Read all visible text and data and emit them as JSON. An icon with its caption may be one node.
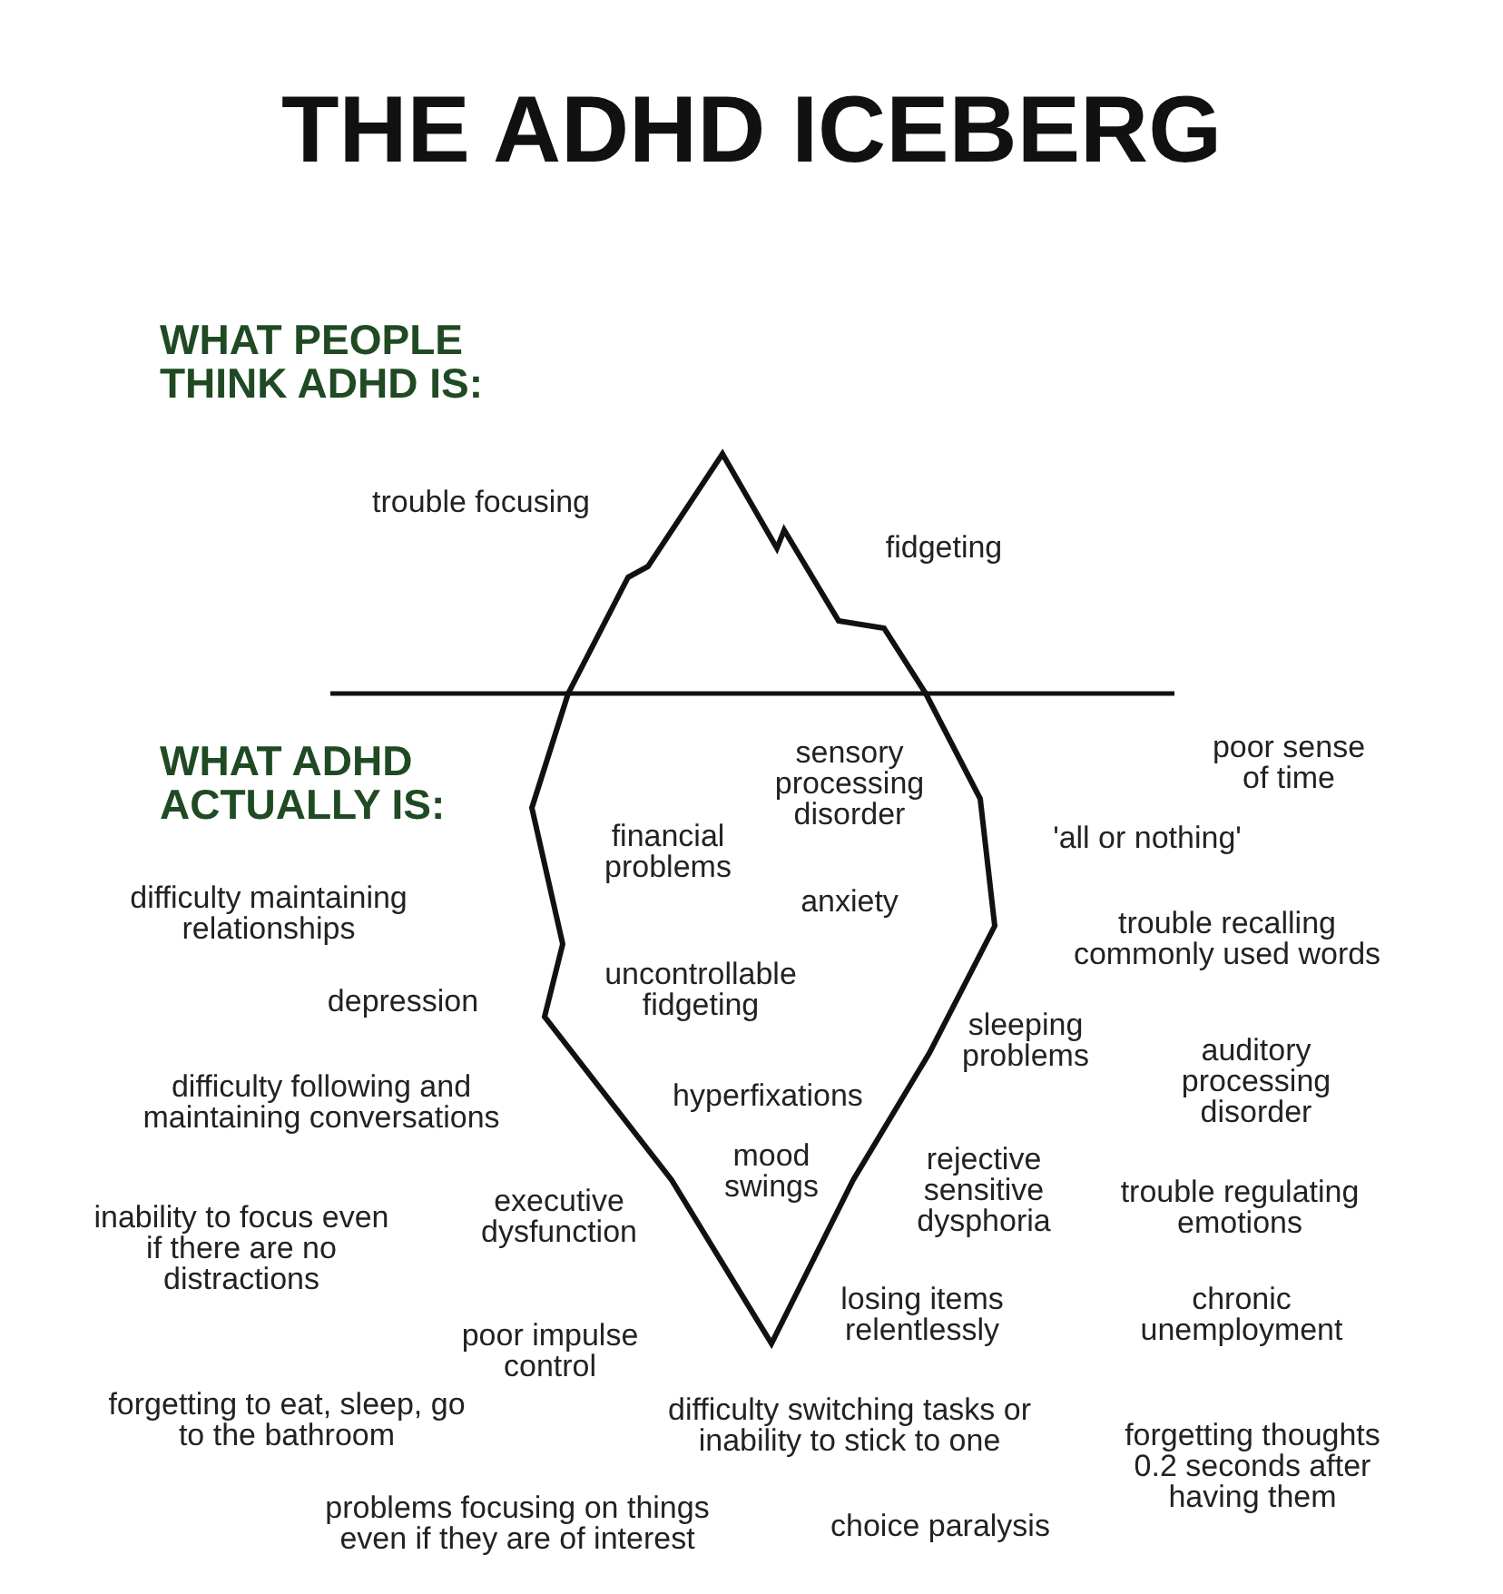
{
  "diagram": {
    "title": "THE ADHD ICEBERG",
    "labels": [
      "WHAT PEOPLE THINK ADHD IS:",
      "trouble focusing",
      "fidgeting",
      "WHAT ADHD ACTUALLY IS:",
      "sensory processing disorder",
      "poor sense of time",
      "financial problems",
      "'all or nothing'",
      "difficulty maintaining relationships",
      "anxiety",
      "trouble recalling commonly used words",
      "depression",
      "uncontrollable fidgeting",
      "difficulty following and maintaining conversations",
      "hyperfixations",
      "sleeping problems",
      "auditory processing disorder",
      "mood swings",
      "rejective sensitive dysphoria",
      "executive dysfunction",
      "trouble regulating emotions",
      "inability to focus even if there are no distractions",
      "losing items relentlessly",
      "chronic unemployment",
      "poor impulse control",
      "forgetting to eat, sleep, go to the bathroom",
      "difficulty switching tasks or inability to stick to one",
      "forgetting thoughts 0.2 seconds after having them",
      "problems focusing on things even if they are of interest",
      "choice paralysis"
    ]
  }
}
